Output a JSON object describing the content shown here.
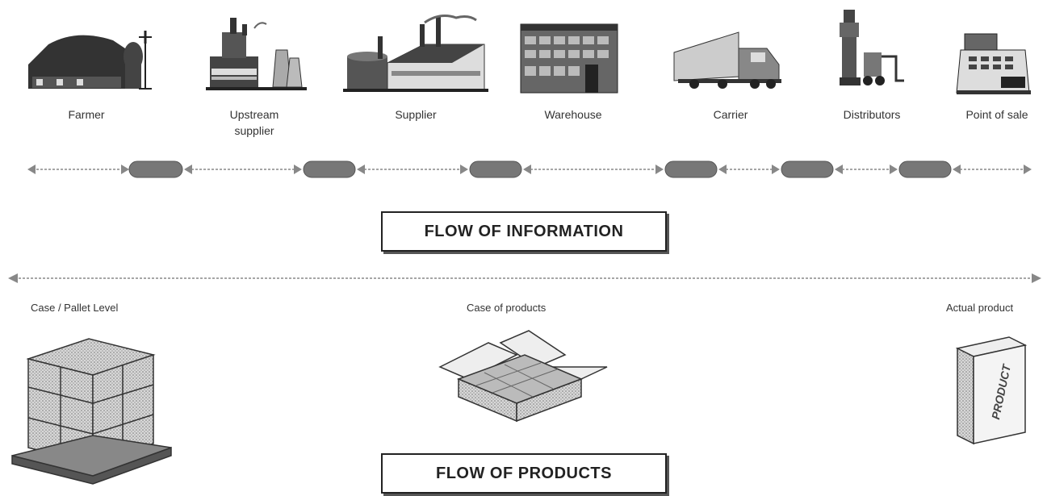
{
  "nodes": [
    {
      "key": "farmer",
      "label": "Farmer",
      "icon": "barn-icon"
    },
    {
      "key": "upstream",
      "label": "Upstream supplier",
      "line1": "Upstream",
      "line2": "supplier",
      "icon": "factory-icon"
    },
    {
      "key": "supplier",
      "label": "Supplier",
      "icon": "plant-icon"
    },
    {
      "key": "warehouse",
      "label": "Warehouse",
      "icon": "warehouse-icon"
    },
    {
      "key": "carrier",
      "label": "Carrier",
      "icon": "truck-icon"
    },
    {
      "key": "distributors",
      "label": "Distributors",
      "icon": "forklift-icon"
    },
    {
      "key": "pos",
      "label": "Point of sale",
      "icon": "cash-register-icon"
    }
  ],
  "info_title": "FLOW OF INFORMATION",
  "products_title": "FLOW OF PRODUCTS",
  "levels": {
    "pallet": "Case / Pallet Level",
    "case": "Case of products",
    "item": "Actual product"
  },
  "product_box_text": "PRODUCT"
}
